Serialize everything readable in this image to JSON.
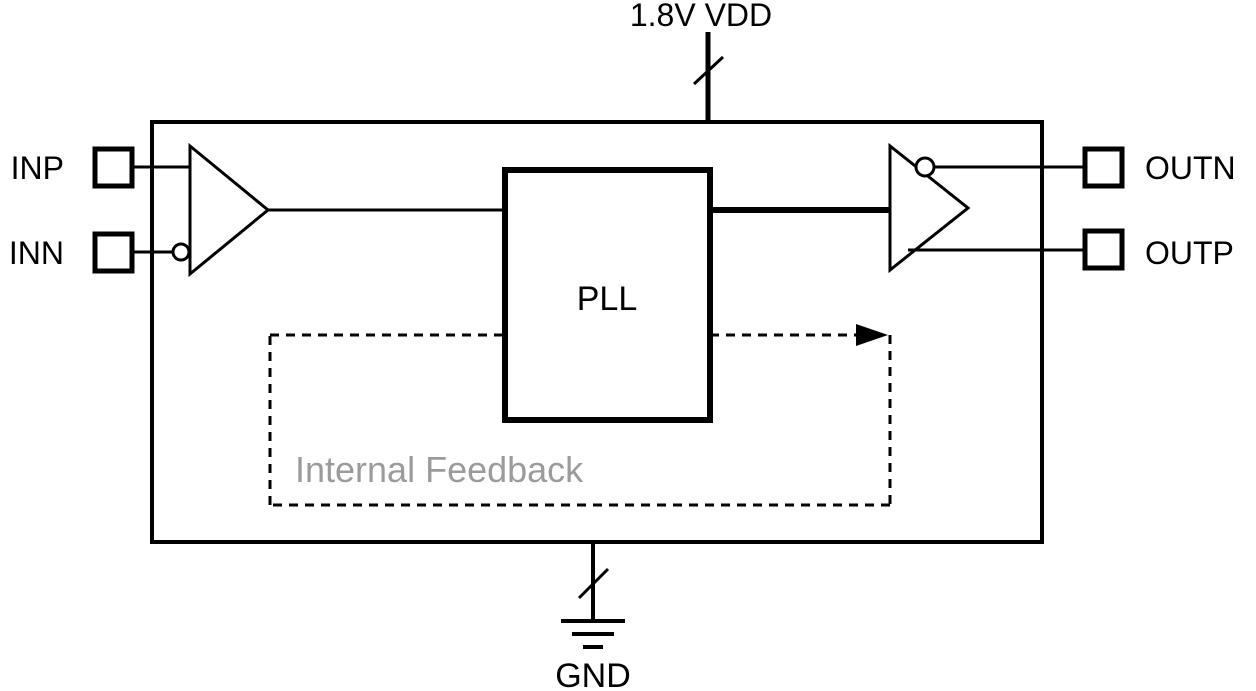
{
  "diagram": {
    "labels": {
      "vdd": "1.8V VDD",
      "gnd": "GND",
      "inp": "INP",
      "inn": "INN",
      "outn": "OUTN",
      "outp": "OUTP",
      "pll": "PLL",
      "feedback": "Internal Feedback"
    },
    "colors": {
      "line": "#000000",
      "feedback_text": "#9b9b9b",
      "background": "#ffffff"
    }
  }
}
